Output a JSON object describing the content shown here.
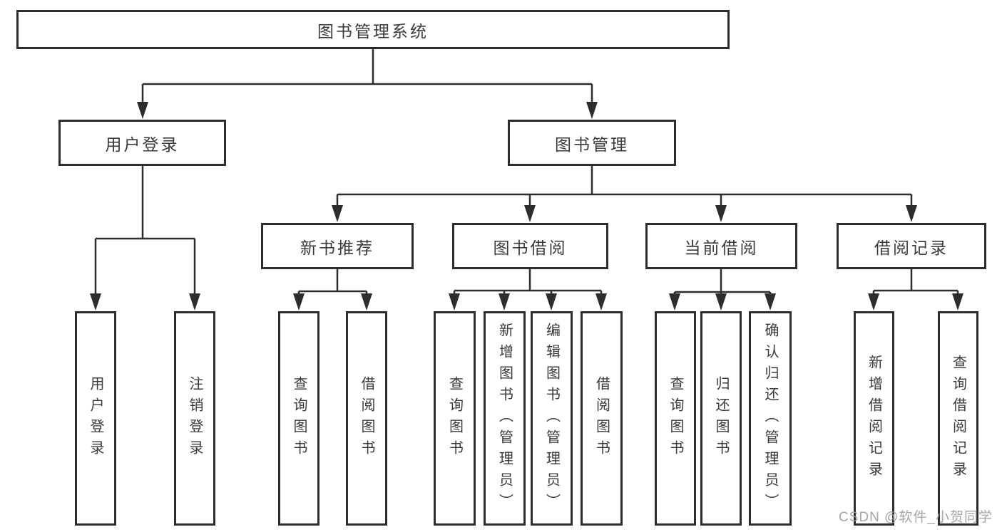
{
  "tree": {
    "label": "图书管理系统",
    "children": [
      {
        "label": "用户登录",
        "children": [
          {
            "label": "用户登录"
          },
          {
            "label": "注销登录"
          }
        ]
      },
      {
        "label": "图书管理",
        "children": [
          {
            "label": "新书推荐",
            "children": [
              {
                "label": "查询图书"
              },
              {
                "label": "借阅图书"
              }
            ]
          },
          {
            "label": "图书借阅",
            "children": [
              {
                "label": "查询图书"
              },
              {
                "label": "新增图书（管理员）"
              },
              {
                "label": "编辑图书（管理员）"
              },
              {
                "label": "借阅图书"
              }
            ]
          },
          {
            "label": "当前借阅",
            "children": [
              {
                "label": "查询图书"
              },
              {
                "label": "归还图书"
              },
              {
                "label": "确认归还（管理员）"
              }
            ]
          },
          {
            "label": "借阅记录",
            "children": [
              {
                "label": "新增借阅记录"
              },
              {
                "label": "查询借阅记录"
              }
            ]
          }
        ]
      }
    ]
  },
  "watermark": {
    "text": "CSDN @软件_小贺同学"
  },
  "colors": {
    "line": "#2d2d2d",
    "text": "#3a3a3a",
    "background": "#ffffff",
    "watermark": "#9c9c9c"
  }
}
